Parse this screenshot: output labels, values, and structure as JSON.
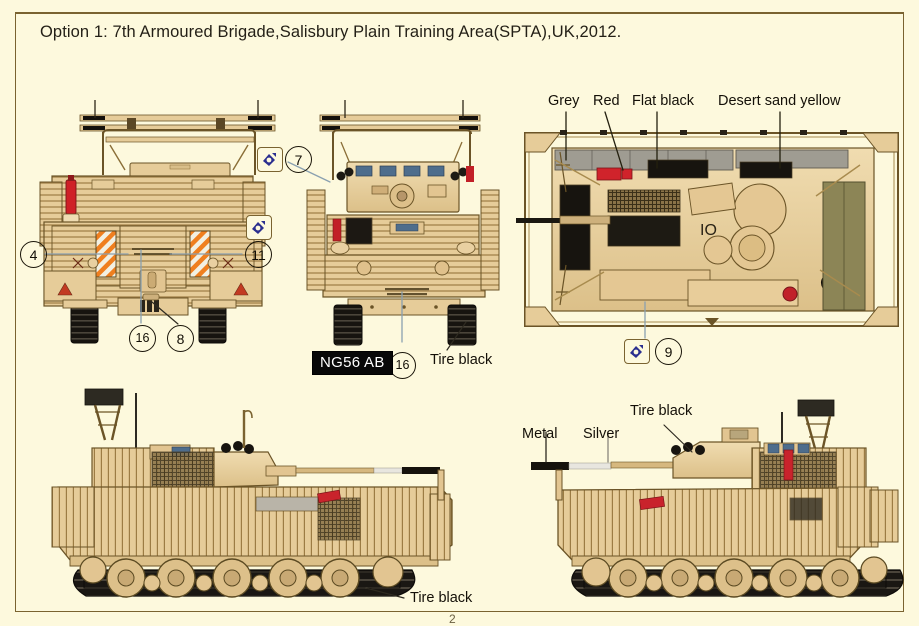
{
  "sheet": {
    "title": "Option 1: 7th Armoured Brigade,Salisbury Plain Training Area(SPTA),UK,2012.",
    "background_color": "#fdf9dd",
    "border_color": "#7a6330",
    "body_color": "#e8cd9a",
    "page_number": "2"
  },
  "color_labels": {
    "grey": "Grey",
    "red": "Red",
    "flat_black": "Flat black",
    "desert_sand_yellow": "Desert sand yellow",
    "tire_black_front": "Tire black",
    "tire_black_left": "Tire black",
    "tire_black_right": "Tire black",
    "metal": "Metal",
    "silver": "Silver"
  },
  "callouts": {
    "rear_left": "4",
    "rear_right": "11",
    "rear_bottom_left": "16",
    "rear_bottom_right": "8",
    "front_top": "7",
    "front_bottom": "16",
    "top_view": "9"
  },
  "plate": {
    "text": "NG56 AB"
  },
  "icons": {
    "paint_front": "paint-can-icon",
    "paint_rear": "paint-can-icon",
    "paint_top": "paint-can-icon"
  },
  "views": {
    "rear": "rear-view",
    "front": "front-view",
    "top": "top-view",
    "left_side": "left-side-view",
    "right_side": "right-side-view"
  }
}
